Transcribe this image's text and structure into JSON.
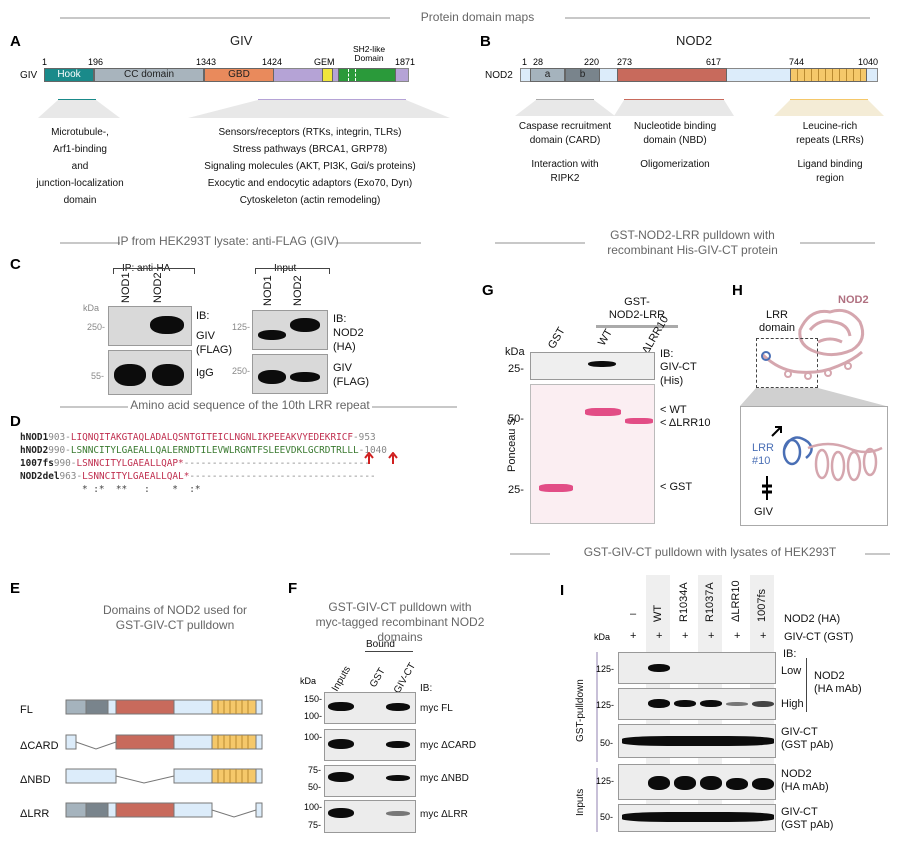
{
  "sections": {
    "domain_maps": "Protein domain maps",
    "ip": "IP from HEK293T lysate: anti-FLAG (GIV)",
    "aa": "Amino acid sequence of the 10th LRR repeat",
    "gst_nod2": "GST-NOD2-LRR pulldown with recombinant His-GIV-CT protein",
    "gst_giv": "GST-GIV-CT pulldown with lysates of HEK293T"
  },
  "panel_a": {
    "letter": "A",
    "title": "GIV",
    "protein": "GIV",
    "positions": [
      "1",
      "196",
      "1343",
      "1424",
      "1871"
    ],
    "domains": [
      "Hook",
      "CC domain",
      "GBD",
      "GEM",
      "SH2-like Domain"
    ],
    "colors": {
      "hook": "#1a8a8a",
      "cc": "#a8b4bd",
      "gbd": "#e98a5c",
      "gem": "#f0e53c",
      "sh2": "#2a9a3a",
      "grey": "#b5a3d6"
    },
    "hook_annotation": [
      "Microtubule-,",
      "Arf1-binding",
      "and",
      "junction-localization",
      "domain"
    ],
    "ct_annotation": [
      "Sensors/receptors (RTKs, integrin, TLRs)",
      "Stress pathways (BRCA1, GRP78)",
      "Signaling molecules (AKT, PI3K, Gαi/s proteins)",
      "Exocytic and endocytic adaptors (Exo70, Dyn)",
      "Cytoskeleton (actin remodeling)"
    ]
  },
  "panel_b": {
    "letter": "B",
    "title": "NOD2",
    "protein": "NOD2",
    "positions": [
      "1",
      "28",
      "220",
      "273",
      "617",
      "744",
      "1040"
    ],
    "domains": [
      "a",
      "b"
    ],
    "card": [
      "Caspase recruitment",
      "domain (CARD)"
    ],
    "nbd": [
      "Nucleotide binding",
      "domain (NBD)"
    ],
    "lrr": [
      "Leucine-rich",
      "repeats (LRRs)"
    ],
    "card_fn": [
      "Interaction with",
      "RIPK2"
    ],
    "nbd_fn": [
      "Oligomerization"
    ],
    "lrr_fn": [
      "Ligand binding",
      "region"
    ]
  },
  "panel_c": {
    "letter": "C",
    "ip_label": "IP: anti-HA",
    "input_label": "Input",
    "lanes": [
      "NOD1",
      "NOD2"
    ],
    "kda": "kDa",
    "ib": "IB:",
    "left_markers": [
      "250-",
      "55-"
    ],
    "right_markers": [
      "125-",
      "250-"
    ],
    "left_ib": [
      "GIV",
      "(FLAG)",
      "IgG"
    ],
    "right_ib": [
      "NOD2",
      "(HA)",
      "GIV",
      "(FLAG)"
    ]
  },
  "panel_d": {
    "letter": "D",
    "rows": [
      {
        "name": "hNOD1",
        "start": "903-",
        "seq": "LIQNQITAKGTAQLADALQSNTGITEICLNGNLIKPEEAKVYEDEKRICF",
        "end": "-953"
      },
      {
        "name": "hNOD2",
        "start": "990-",
        "seq": "LSNNCITYLGAEALLQALERNDTILEVWLRGNTFSLEEVDKLGCRDTRLLL",
        "end": "-1040"
      },
      {
        "name": "1007fs",
        "start": "990-",
        "seq": "LSNNCITYLGAEALLQAP*",
        "end": "---------------------------------"
      },
      {
        "name": "NOD2del",
        "start": "963-",
        "seq": "LSNNCITYLGAEALLQAL*",
        "end": "---------------------------------"
      }
    ],
    "consensus": "* :*  **   :    *  :*"
  },
  "panel_e": {
    "letter": "E",
    "title": [
      "Domains of NOD2  used for",
      "GST-GIV-CT pulldown"
    ],
    "constructs": [
      "FL",
      "ΔCARD",
      "ΔNBD",
      "ΔLRR"
    ]
  },
  "panel_f": {
    "letter": "F",
    "title": [
      "GST-GIV-CT pulldown with",
      "myc-tagged recombinant NOD2 domains"
    ],
    "bound": "Bound",
    "lanes": [
      "Inputs",
      "GST",
      "GIV-CT"
    ],
    "kda": "kDa",
    "ib": "IB:",
    "blots": [
      {
        "markers": [
          "150-",
          "100-"
        ],
        "label": "myc FL"
      },
      {
        "markers": [
          "100-",
          ""
        ],
        "label": "myc ΔCARD"
      },
      {
        "markers": [
          "75-",
          "50-"
        ],
        "label": "myc ΔNBD"
      },
      {
        "markers": [
          "100-",
          "75-"
        ],
        "label": "myc ΔLRR"
      }
    ]
  },
  "panel_g": {
    "letter": "G",
    "group": [
      "GST-",
      "NOD2-LRR"
    ],
    "lanes": [
      "GST",
      "WT",
      "ΔLRR10"
    ],
    "kda": "kDa",
    "ib": "IB:",
    "top_marker": "25-",
    "top_label": [
      "GIV-CT",
      "(His)"
    ],
    "ponceau": "Ponceau S",
    "bottom_markers": [
      "50-",
      "25-"
    ],
    "band_labels": [
      "< WT",
      "< ΔLRR10",
      "< GST"
    ]
  },
  "panel_h": {
    "letter": "H",
    "nod2": "NOD2",
    "lrr_domain": [
      "LRR",
      "domain"
    ],
    "lrr10": [
      "LRR",
      "#10"
    ],
    "giv": "GIV"
  },
  "panel_i": {
    "letter": "I",
    "lanes": [
      "–",
      "WT",
      "R1034A",
      "R1037A",
      "ΔLRR10",
      "1007fs"
    ],
    "nod2_row": "NOD2 (HA)",
    "kda": "kDa",
    "giv_row": "GIV-CT (GST)",
    "plus": "+",
    "ib": "IB:",
    "group_pulldown": "GST-pulldown",
    "group_inputs": "Inputs",
    "blots": [
      {
        "marker": "125-",
        "label": "Low"
      },
      {
        "marker": "125-",
        "label": "High"
      },
      {
        "marker": "50-",
        "label": ""
      },
      {
        "marker": "125-",
        "label": ""
      },
      {
        "marker": "50-",
        "label": ""
      }
    ],
    "nod2_label": [
      "NOD2",
      "(HA mAb)"
    ],
    "givct_label": [
      "GIV-CT",
      "(GST pAb)"
    ],
    "nod2_input_label": [
      "NOD2",
      "(HA mAb)"
    ],
    "givct_input_label": [
      "GIV-CT",
      "(GST pAb)"
    ]
  }
}
